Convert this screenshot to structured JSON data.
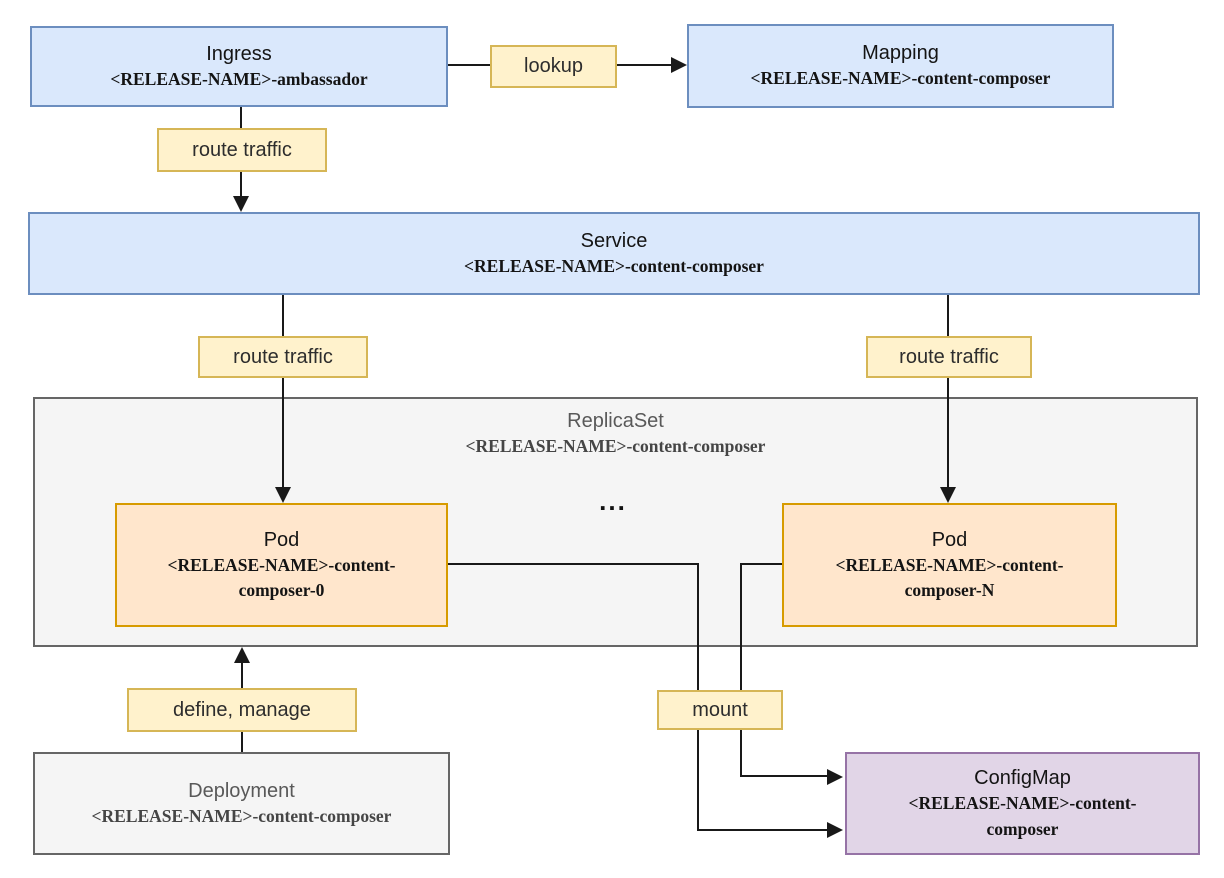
{
  "nodes": {
    "ingress": {
      "title": "Ingress",
      "name": "<RELEASE-NAME>-ambassador"
    },
    "mapping": {
      "title": "Mapping",
      "name": "<RELEASE-NAME>-content-composer"
    },
    "service": {
      "title": "Service",
      "name": "<RELEASE-NAME>-content-composer"
    },
    "replicaset": {
      "title": "ReplicaSet",
      "name": "<RELEASE-NAME>-content-composer",
      "more_pods_indicator": "..."
    },
    "pod_0": {
      "title": "Pod",
      "name": "<RELEASE-NAME>-content-composer-0"
    },
    "pod_n": {
      "title": "Pod",
      "name": "<RELEASE-NAME>-content-composer-N"
    },
    "deployment": {
      "title": "Deployment",
      "name": "<RELEASE-NAME>-content-composer"
    },
    "configmap": {
      "title": "ConfigMap",
      "name": "<RELEASE-NAME>-content-composer"
    }
  },
  "edge_labels": {
    "lookup": "lookup",
    "route_traffic_ingress_service": "route traffic",
    "route_traffic_service_pod0": "route traffic",
    "route_traffic_service_podn": "route traffic",
    "define_manage": "define, manage",
    "mount": "mount"
  },
  "colors": {
    "node_blue_fill": "#dae8fc",
    "node_blue_stroke": "#6c8ebf",
    "node_orange_fill": "#ffe6cc",
    "node_orange_stroke": "#d79b00",
    "node_gray_fill": "#f5f5f5",
    "node_gray_stroke": "#666666",
    "node_purple_fill": "#e1d5e7",
    "node_purple_stroke": "#9673a6",
    "label_fill": "#fff2cc",
    "label_stroke": "#d6b656",
    "edge_color": "#191919",
    "background": "#ffffff"
  }
}
